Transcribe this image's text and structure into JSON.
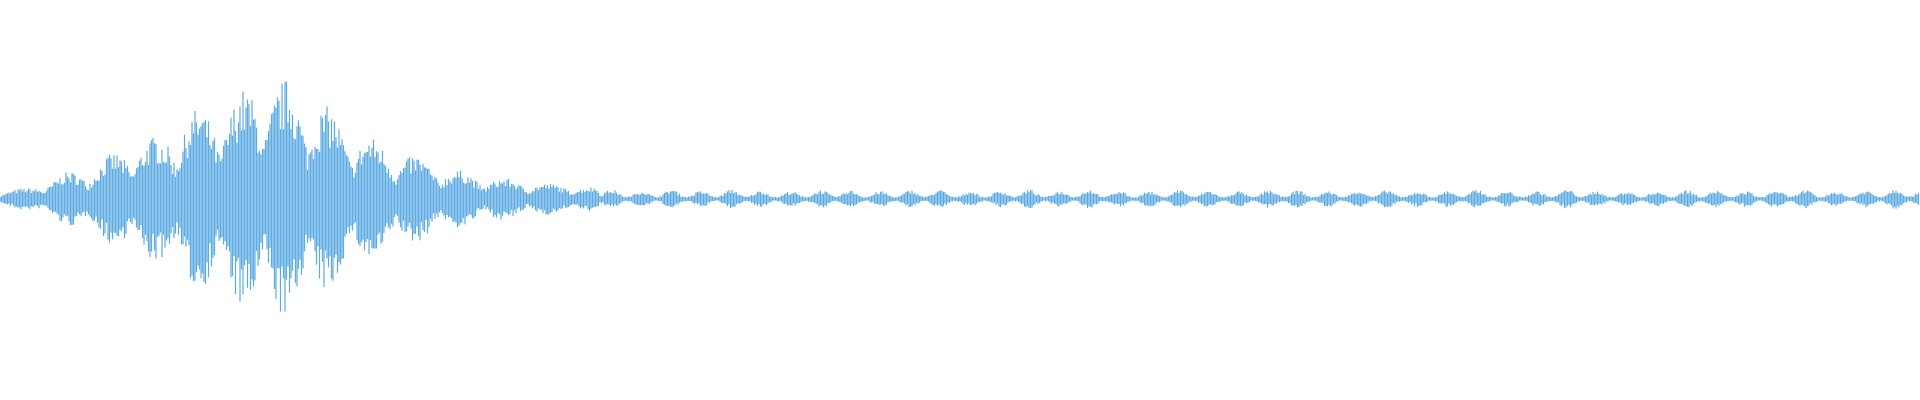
{
  "waveform": {
    "color": "#5dabe3",
    "background": "#ffffff",
    "peak_amplitude_envelope": [
      0.04,
      0.06,
      0.13,
      0.18,
      0.28,
      0.32,
      0.45,
      0.48,
      0.6,
      0.6,
      0.5,
      0.36,
      0.28,
      0.22,
      0.16,
      0.12,
      0.1,
      0.08,
      0.07,
      0.05,
      0.04,
      0.05,
      0.04,
      0.05,
      0.04,
      0.04,
      0.05,
      0.04,
      0.04,
      0.05,
      0.04,
      0.04,
      0.05,
      0.04,
      0.05,
      0.04,
      0.04,
      0.05,
      0.04,
      0.04,
      0.05,
      0.04,
      0.04,
      0.05,
      0.04,
      0.04,
      0.05,
      0.04,
      0.04,
      0.05,
      0.04,
      0.04,
      0.04,
      0.05,
      0.04,
      0.04,
      0.05,
      0.04,
      0.04,
      0.05,
      0.06
    ]
  }
}
